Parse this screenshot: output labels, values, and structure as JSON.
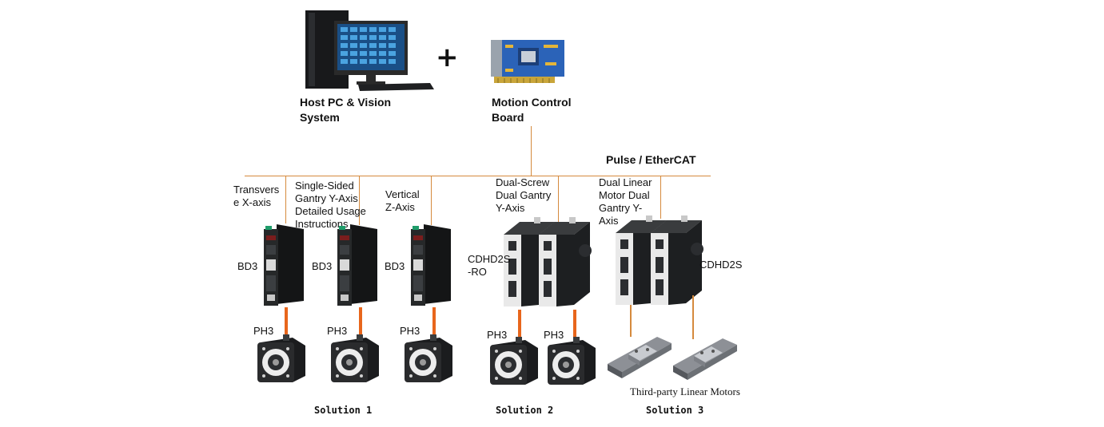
{
  "top": {
    "host_label": "Host PC & Vision System",
    "plus_sign": "+",
    "board_label": "Motion Control Board",
    "bus_label": "Pulse / EtherCAT"
  },
  "axes": {
    "transverse": "Transverse X-axis",
    "gantry_y": "Single-Sided Gantry Y-Axis Detailed Usage Instructions",
    "vertical_z": "Vertical Z-Axis",
    "dual_screw": "Dual-Screw Dual Gantry Y-Axis",
    "dual_linear": "Dual Linear Motor Dual Gantry Y-Axis"
  },
  "drives": {
    "bd3": "BD3",
    "cdhd2s_ro": "CDHD2S -RO",
    "cdhd2s": "CDHD2S"
  },
  "motors": {
    "ph3": "PH3",
    "linear": "Third-party Linear Motors"
  },
  "solutions": [
    "Solution 1",
    "Solution 2",
    "Solution 3"
  ],
  "colors": {
    "wire": "#d58a3d",
    "cable": "#e8661c",
    "drive_body": "#1d1f21",
    "drive_accent": "#1f9c6a",
    "cdhd_front": "#e9e9e9",
    "motor_body": "#222222"
  },
  "icons": [
    "desktop-pc-icon",
    "motion-card-icon",
    "servo-drive-icon",
    "servo-motor-icon",
    "linear-stage-icon"
  ]
}
